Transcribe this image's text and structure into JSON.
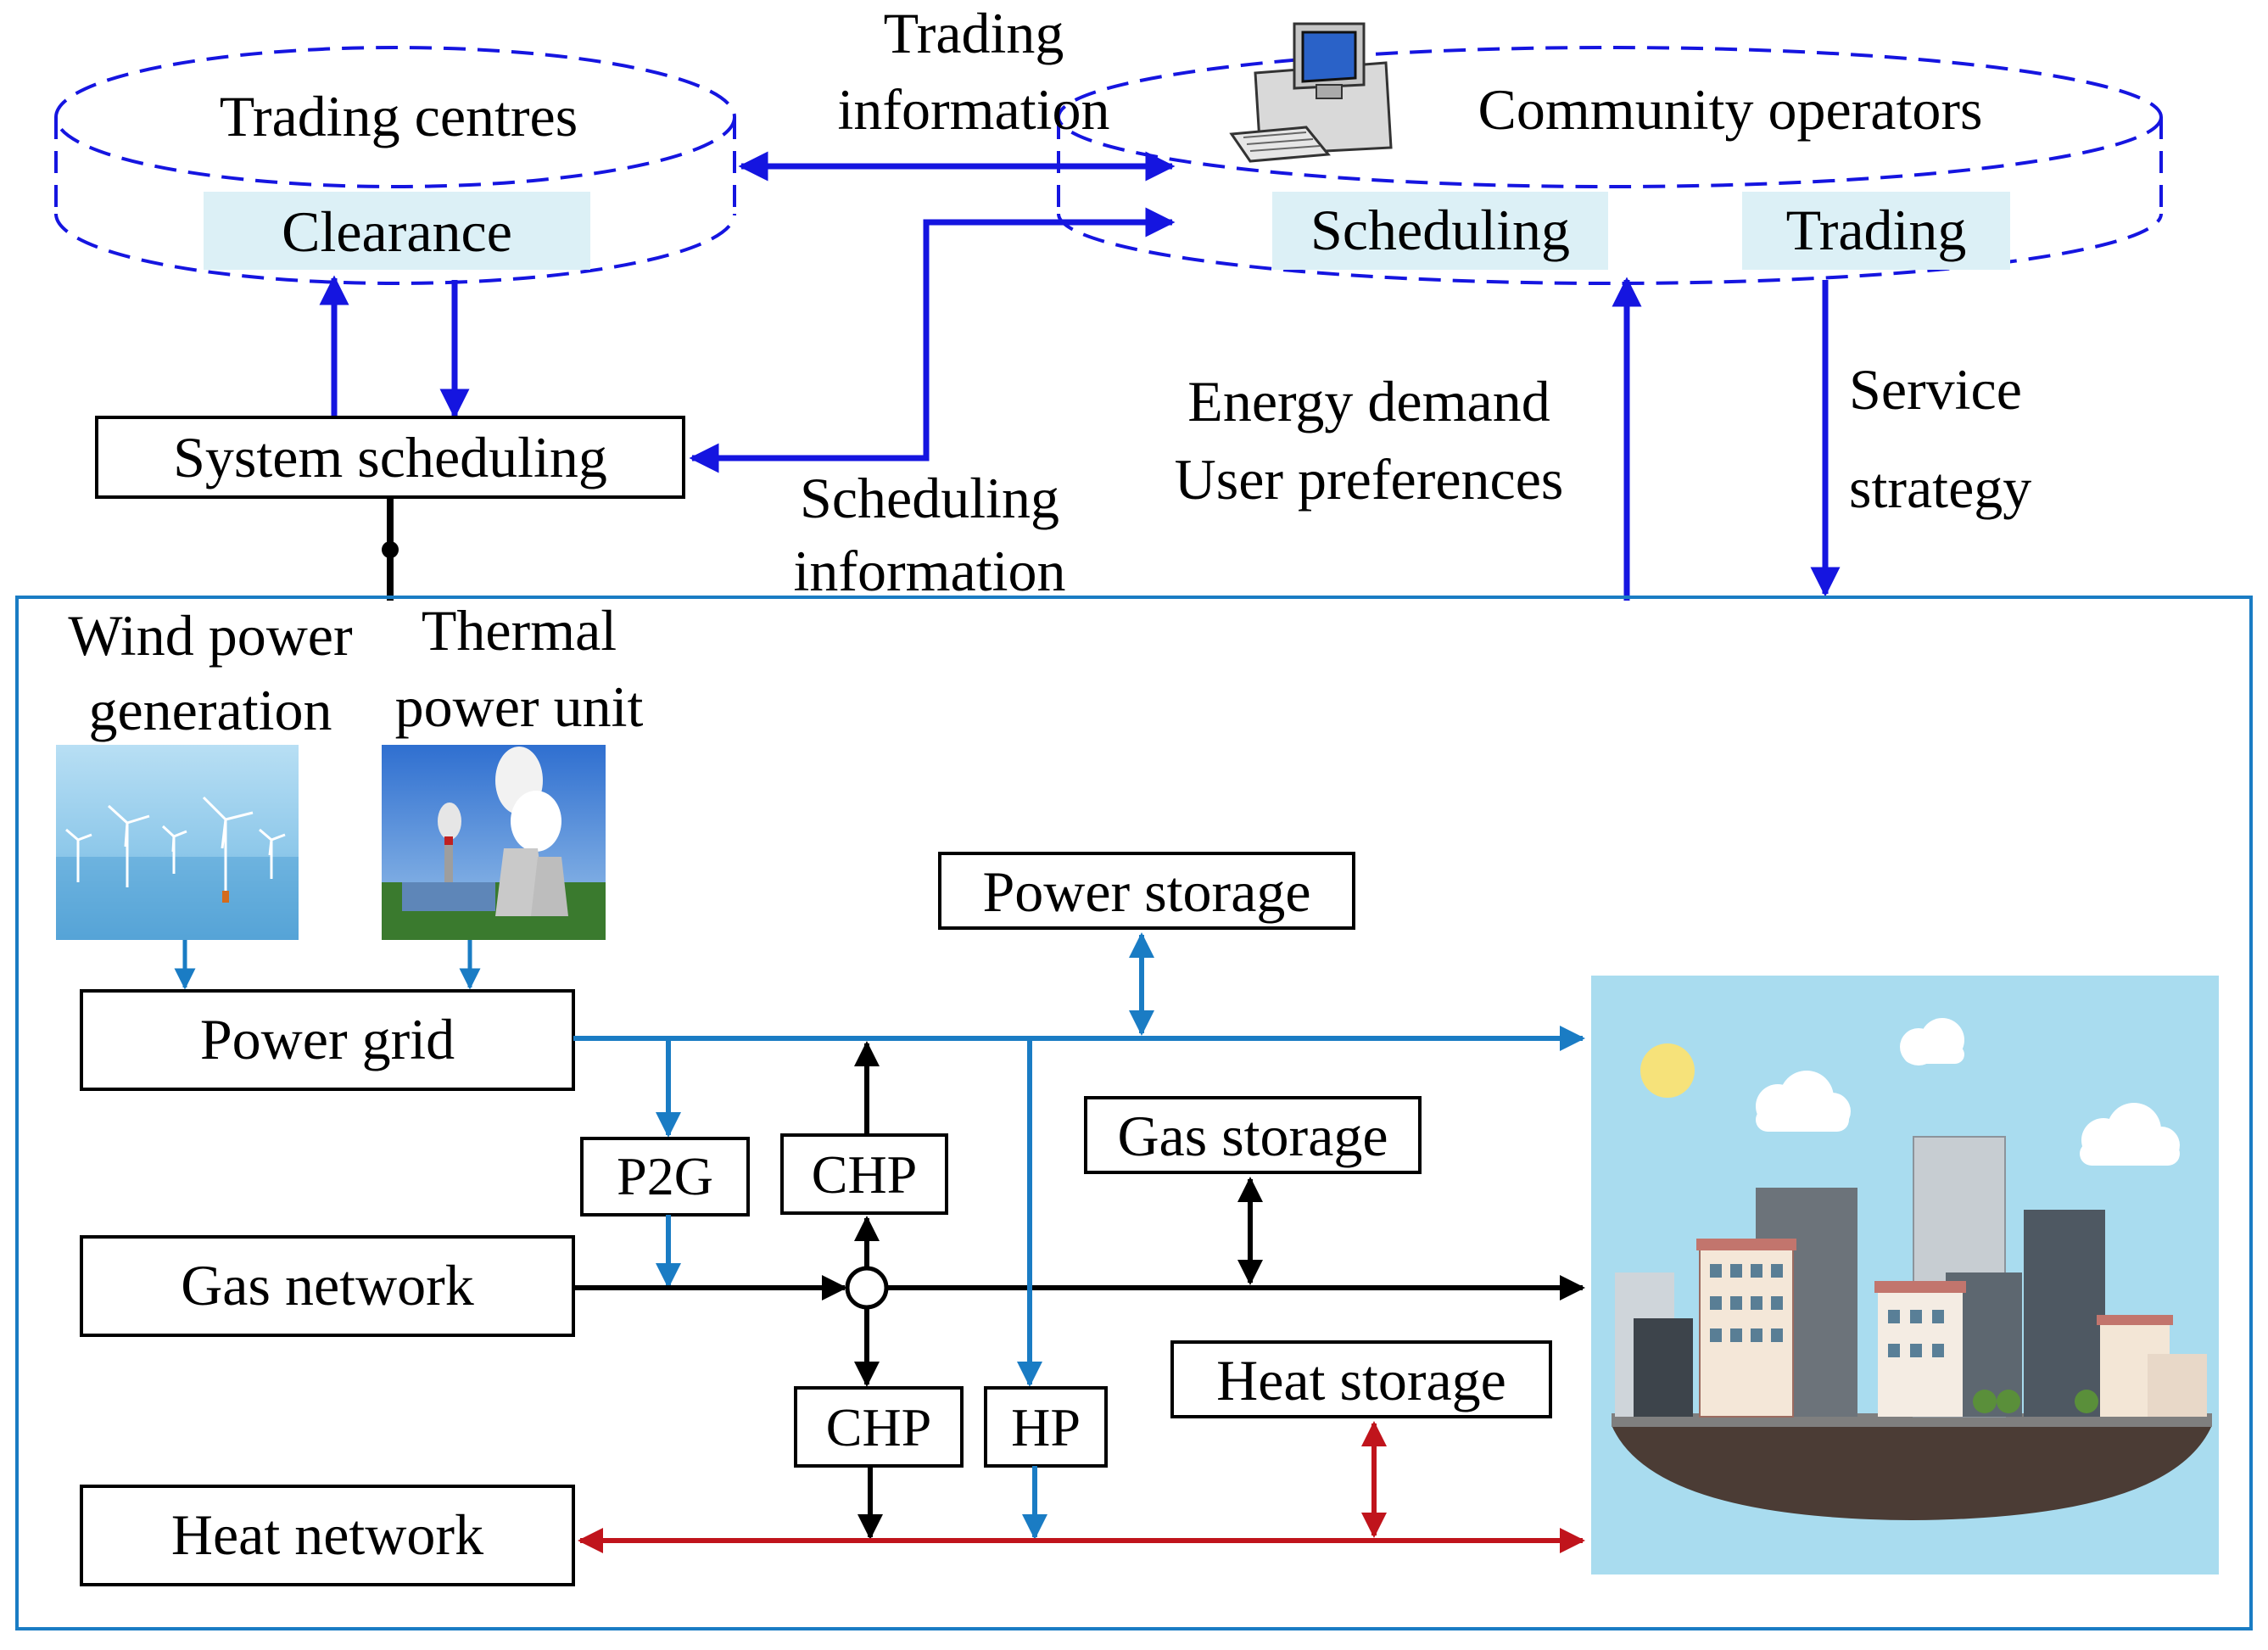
{
  "trading_centres": {
    "title": "Trading centres",
    "clearance": "Clearance"
  },
  "community_operators": {
    "title": "Community operators",
    "scheduling": "Scheduling",
    "trading": "Trading"
  },
  "trading_information": {
    "line1": "Trading",
    "line2": "information"
  },
  "scheduling_information": {
    "line1": "Scheduling",
    "line2": "information"
  },
  "system_scheduling": "System scheduling",
  "energy_demand": {
    "line1": "Energy demand",
    "line2": "User preferences"
  },
  "service_strategy": {
    "line1": "Service",
    "line2": "strategy"
  },
  "wind_power": {
    "line1": "Wind power",
    "line2": "generation"
  },
  "thermal_power": {
    "line1": "Thermal",
    "line2": "power unit"
  },
  "power_grid": "Power grid",
  "gas_network": "Gas network",
  "heat_network": "Heat network",
  "power_storage": "Power storage",
  "gas_storage": "Gas storage",
  "heat_storage": "Heat storage",
  "p2g": "P2G",
  "chp_upper": "CHP",
  "chp_lower": "CHP",
  "hp": "HP",
  "colors": {
    "dark_blue": "#1515e0",
    "light_blue": "#1a7cc4",
    "red": "#c0141c",
    "black": "#000000",
    "label_fill": "#dcf0f6",
    "sky": "#a9dcef"
  },
  "icons": [
    "computer-icon",
    "wind-farm-photo",
    "thermal-plant-photo",
    "city-illustration"
  ]
}
